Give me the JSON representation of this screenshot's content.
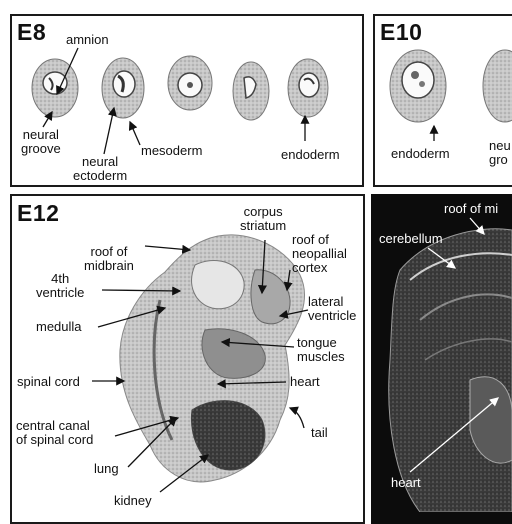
{
  "panels": {
    "e8": {
      "title": "E8",
      "labels": {
        "amnion": "amnion",
        "neural_groove": "neural\ngroove",
        "neural_ectoderm": "neural\nectoderm",
        "mesoderm": "mesoderm",
        "endoderm": "endoderm"
      }
    },
    "e10": {
      "title": "E10",
      "labels": {
        "endoderm": "endoderm",
        "neural_groove_partial": "neu\ngro"
      }
    },
    "e12": {
      "title": "E12",
      "labels": {
        "corpus_striatum": "corpus\nstriatum",
        "roof_of_midbrain": "roof of\nmidbrain",
        "roof_of_neopallial_cortex": "roof of\nneopallial\ncortex",
        "fourth_ventricle": "4th\nventricle",
        "lateral_ventricle": "lateral\nventricle",
        "medulla": "medulla",
        "tongue_muscles": "tongue\nmuscles",
        "spinal_cord": "spinal cord",
        "heart": "heart",
        "central_canal": "central canal\nof spinal cord",
        "tail": "tail",
        "lung": "lung",
        "kidney": "kidney"
      }
    },
    "dark": {
      "labels": {
        "roof_of_midbrain_partial": "roof of mi",
        "cerebellum": "cerebellum",
        "heart": "heart"
      }
    }
  }
}
